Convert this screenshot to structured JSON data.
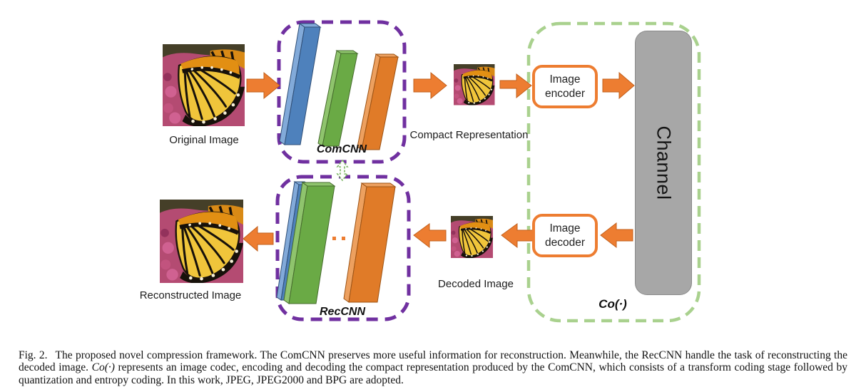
{
  "figure": {
    "nodes": {
      "original_image_label": "Original Image",
      "comcnn_label": "ComCNN",
      "compact_representation_label": "Compact Representation",
      "image_encoder_label": "Image encoder",
      "channel_label": "Channel",
      "image_decoder_label": "Image decoder",
      "codec_label": "Co(·)",
      "decoded_image_label": "Decoded Image",
      "reccnn_label": "RecCNN",
      "reconstructed_image_label": "Reconstructed Image"
    },
    "colors": {
      "arrow_orange": "#ED7D31",
      "cnn_layer_blue": "#4E81BC",
      "cnn_layer_green": "#6AAA45",
      "cnn_layer_orange": "#E07B28",
      "dashed_box_purple": "#7030A0",
      "dashed_box_green": "#A9D18E",
      "channel_gray": "#A7A7A7"
    }
  },
  "caption": {
    "figure_number": "Fig. 2.",
    "text_before_math": "The proposed novel compression framework. The ComCNN preserves more useful information for reconstruction. Meanwhile, the RecCNN handle the task of reconstructing the decoded image. ",
    "math_term": "Co(·)",
    "text_after_math": " represents an image codec, encoding and decoding the compact representation produced by the ComCNN, which consists of a transform coding stage followed by quantization and entropy coding. In this work, JPEG, JPEG2000 and BPG are adopted."
  }
}
